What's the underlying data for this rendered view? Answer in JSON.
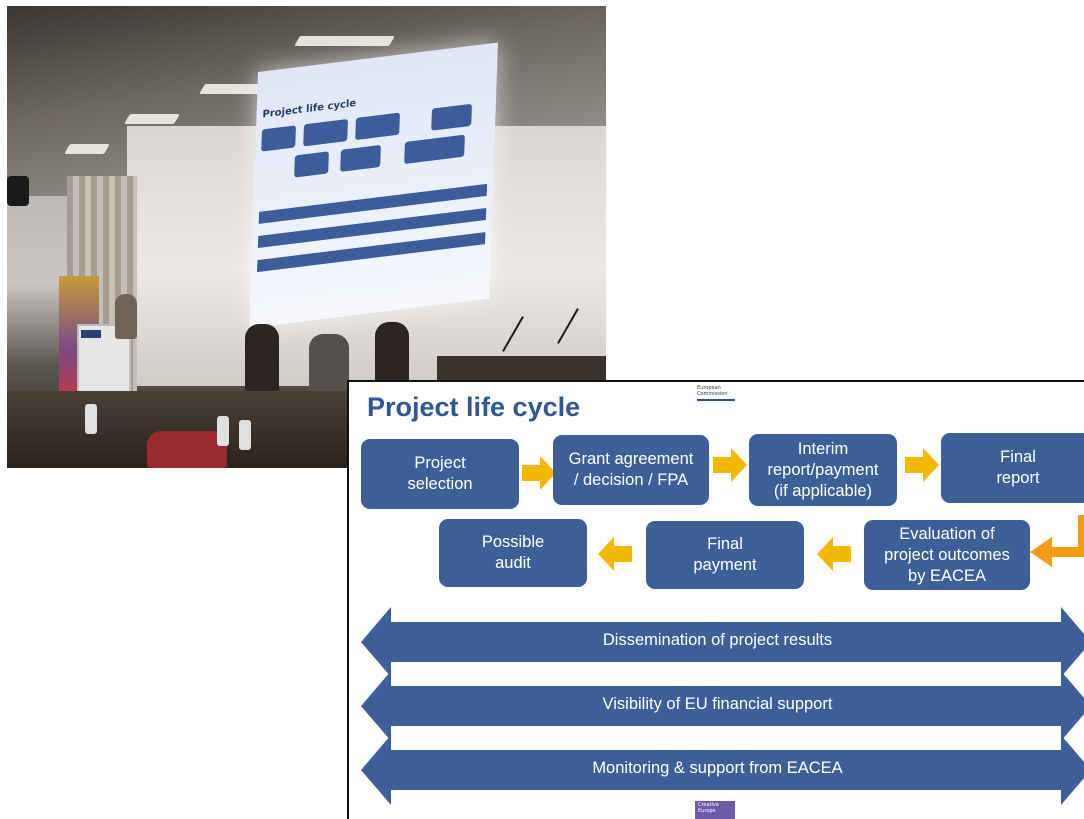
{
  "slide": {
    "title": "Project life cycle",
    "ec_logo_text": "European\nCommission",
    "boxes": {
      "project_selection": "Project\nselection",
      "grant_agreement": "Grant agreement\n/ decision / FPA",
      "interim_report": "Interim\nreport/payment\n(if applicable)",
      "final_report": "Final\nreport",
      "evaluation": "Evaluation of\nproject outcomes\nby EACEA",
      "final_payment": "Final\npayment",
      "possible_audit": "Possible\naudit"
    },
    "bands": [
      "Dissemination of project results",
      "Visibility of EU financial support",
      "Monitoring & support from EACEA"
    ],
    "footer_logo_text": "Creative\nEurope"
  },
  "colors": {
    "box_blue": "#3d5f97",
    "title_blue": "#2e5794",
    "arrow_yellow": "#f5b800",
    "arrow_orange": "#f39c12"
  }
}
